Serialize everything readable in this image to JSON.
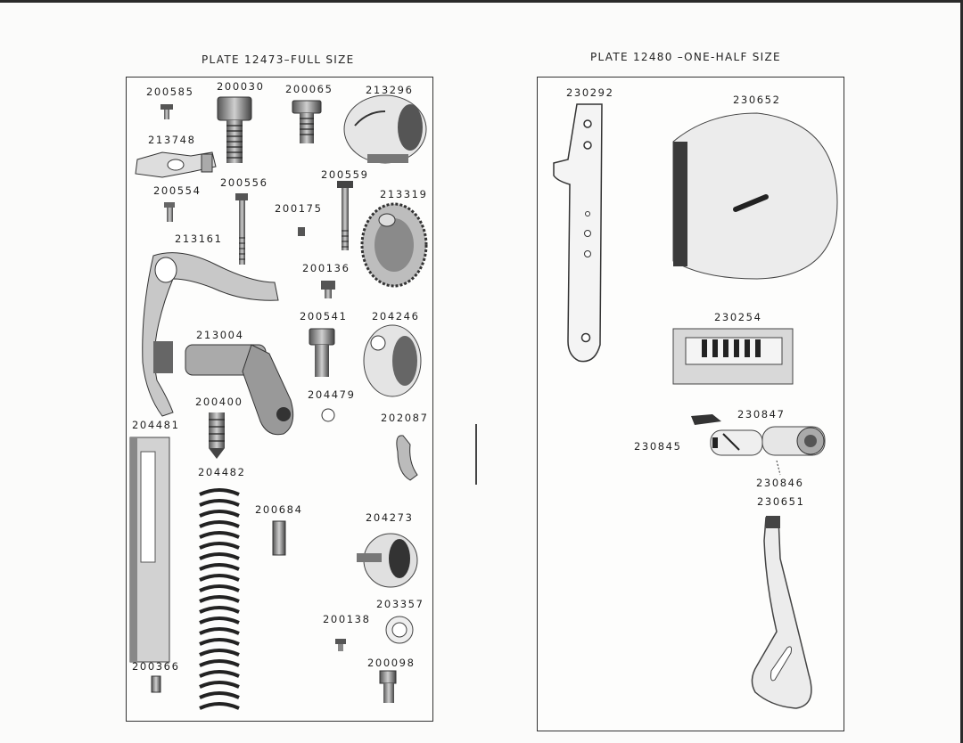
{
  "left_plate": {
    "title": "PLATE 12473–FULL SIZE",
    "labels": {
      "p200585": "200585",
      "p200030": "200030",
      "p200065": "200065",
      "p213296": "213296",
      "p213748": "213748",
      "p200559": "200559",
      "p200554": "200554",
      "p200556": "200556",
      "p213319": "213319",
      "p200175": "200175",
      "p213161": "213161",
      "p200136": "200136",
      "p200541": "200541",
      "p204246": "204246",
      "p213004": "213004",
      "p204479": "204479",
      "p200400": "200400",
      "p202087": "202087",
      "p204481": "204481",
      "p204482": "204482",
      "p200684": "200684",
      "p204273": "204273",
      "p203357": "203357",
      "p200138": "200138",
      "p200366": "200366",
      "p200098": "200098"
    }
  },
  "right_plate": {
    "title": "PLATE 12480 –ONE-HALF SIZE",
    "labels": {
      "p230292": "230292",
      "p230652": "230652",
      "p230254": "230254",
      "p230847": "230847",
      "p230845": "230845",
      "p230846": "230846",
      "p230651": "230651"
    }
  },
  "colors": {
    "ink": "#222222",
    "metal": "#9a9a9a",
    "metal_dark": "#3a3a3a"
  }
}
